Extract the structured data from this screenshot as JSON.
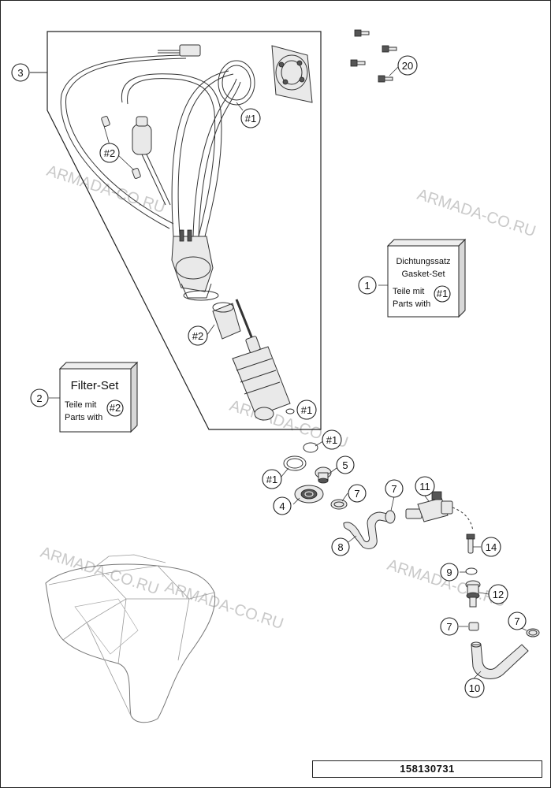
{
  "watermarks": [
    "ARMADA-CO.RU",
    "ARMADA-CO.RU",
    "ARMADA-CO.RU",
    "ARMADA-CO.RU",
    "ARMADA-CO.RU",
    "ARMADA-CO.RU"
  ],
  "callouts": {
    "c1": "1",
    "c2": "2",
    "c3": "3",
    "c4": "4",
    "c5": "5",
    "c7a": "7",
    "c7b": "7",
    "c7c": "7",
    "c7d": "7",
    "c8": "8",
    "c9": "9",
    "c10": "10",
    "c11": "11",
    "c12": "12",
    "c14": "14",
    "c20": "20",
    "h1a": "#1",
    "h1b": "#1",
    "h1c": "#1",
    "h1d": "#1",
    "h2a": "#2",
    "h2b": "#2"
  },
  "gasket_box": {
    "line1": "Dichtungssatz",
    "line2": "Gasket-Set",
    "line3": "Teile mit",
    "line4": "Parts with",
    "ref": "#1"
  },
  "filter_box": {
    "title": "Filter-Set",
    "line3": "Teile mit",
    "line4": "Parts with",
    "ref": "#2"
  },
  "footer": {
    "code": "158130731"
  }
}
